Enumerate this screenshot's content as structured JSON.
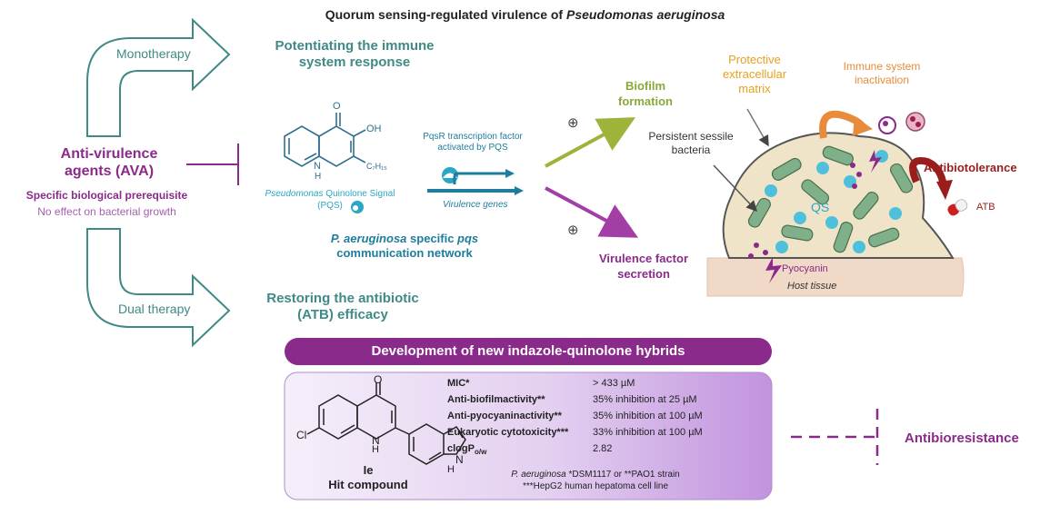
{
  "title": {
    "prefix": "Quorum sensing-regulated virulence of ",
    "italic": "Pseudomonas aeruginosa"
  },
  "left": {
    "monotherapy": "Monotherapy",
    "dual_therapy": "Dual therapy",
    "ava_line1": "Anti-virulence",
    "ava_line2": "agents (AVA)",
    "prereq": "Specific biological prerequisite",
    "no_effect": "No effect on bacterial growth"
  },
  "middle": {
    "potentiating_1": "Potentiating the immune",
    "potentiating_2": "system response",
    "restoring_1": "Restoring the antibiotic",
    "restoring_2": "(ATB) efficacy",
    "pqs_caption_italic": "Pseudomonas",
    "pqs_caption_rest": " Quinolone Signal",
    "pqs_abbr": "(PQS)",
    "pqsr_1": "PqsR transcription factor",
    "pqsr_2": "activated by PQS",
    "virulence_genes": "Virulence genes",
    "network_italic": "P. aeruginosa",
    "network_mid": " specific ",
    "network_italic2": "pqs",
    "network_2": "communication network",
    "struct_oh": "OH",
    "struct_o": "O",
    "struct_nh": "N",
    "struct_h": "H",
    "struct_c7": "C₇H₁₅",
    "plus_symbol": "⊕"
  },
  "right": {
    "biofilm_1": "Biofilm",
    "biofilm_2": "formation",
    "virulence_1": "Virulence factor",
    "virulence_2": "secretion",
    "protective_1": "Protective",
    "protective_2": "extracellular",
    "protective_3": "matrix",
    "immune_1": "Immune system",
    "immune_2": "inactivation",
    "persistent_1": "Persistent sessile",
    "persistent_2": "bacteria",
    "qs": "QS",
    "antibiotolerance": "Antibiotolerance",
    "atb": "ATB",
    "pyocyanin": "Pyocyanin",
    "host_tissue": "Host tissue"
  },
  "bottom": {
    "banner": "Development of new indazole-quinolone hybrids",
    "compound_id": "Ie",
    "compound_label": "Hit compound",
    "struct_cl": "Cl",
    "struct_o": "O",
    "struct_n": "N",
    "struct_h": "H",
    "struct_nh": "N",
    "struct_h2": "H",
    "rows": [
      {
        "key": "MIC*",
        "value": "> 433 µM"
      },
      {
        "key": "Anti-biofilmactivity**",
        "value": "35% inhibition  at 25 µM"
      },
      {
        "key": "Anti-pyocyaninactivity**",
        "value": "35% inhibition  at 100 µM"
      },
      {
        "key": "Eukaryotic cytotoxicity***",
        "value": "33% inhibition  at 100 µM"
      },
      {
        "key": "clogP",
        "key_sub": "o/w",
        "value": "2.82"
      }
    ],
    "foot_italic": "P. aeruginosa",
    "foot_rest": " *DSM1117 or **PAO1 strain",
    "foot_2": "***HepG2 human hepatoma cell line",
    "antibioresistance": "Antibioresistance"
  },
  "colors": {
    "teal": "#3f8a86",
    "purple": "#8a2a8a",
    "olive": "#9db33a",
    "banner": "#8a2a8a",
    "panel_start": "#f3ecf8",
    "panel_end": "#c69ae0",
    "biofilm_fill": "#efe4c8",
    "host_fill": "#f1d9c7"
  }
}
